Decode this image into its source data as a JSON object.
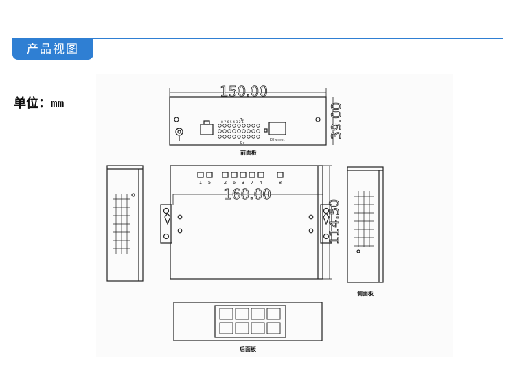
{
  "header": {
    "title": "产品视图"
  },
  "unit": {
    "label": "单位：",
    "value": "mm"
  },
  "dimensions": {
    "width_top": "150.00",
    "height_top": "39.00",
    "width_main": "160.00",
    "height_main": "114.50"
  },
  "captions": {
    "front": "前面板",
    "side": "侧面板",
    "rear": "后面板"
  },
  "front_panel": {
    "row_labels": [
      "Tx",
      "Rx"
    ],
    "pin_numbers": "8 7 6 5 4 3 2 1",
    "ethernet_label": "Ethernet"
  },
  "top_leds": [
    "1",
    "5",
    "2",
    "6",
    "3",
    "7",
    "4",
    "8"
  ],
  "colors": {
    "accent": "#2f7fd3"
  }
}
